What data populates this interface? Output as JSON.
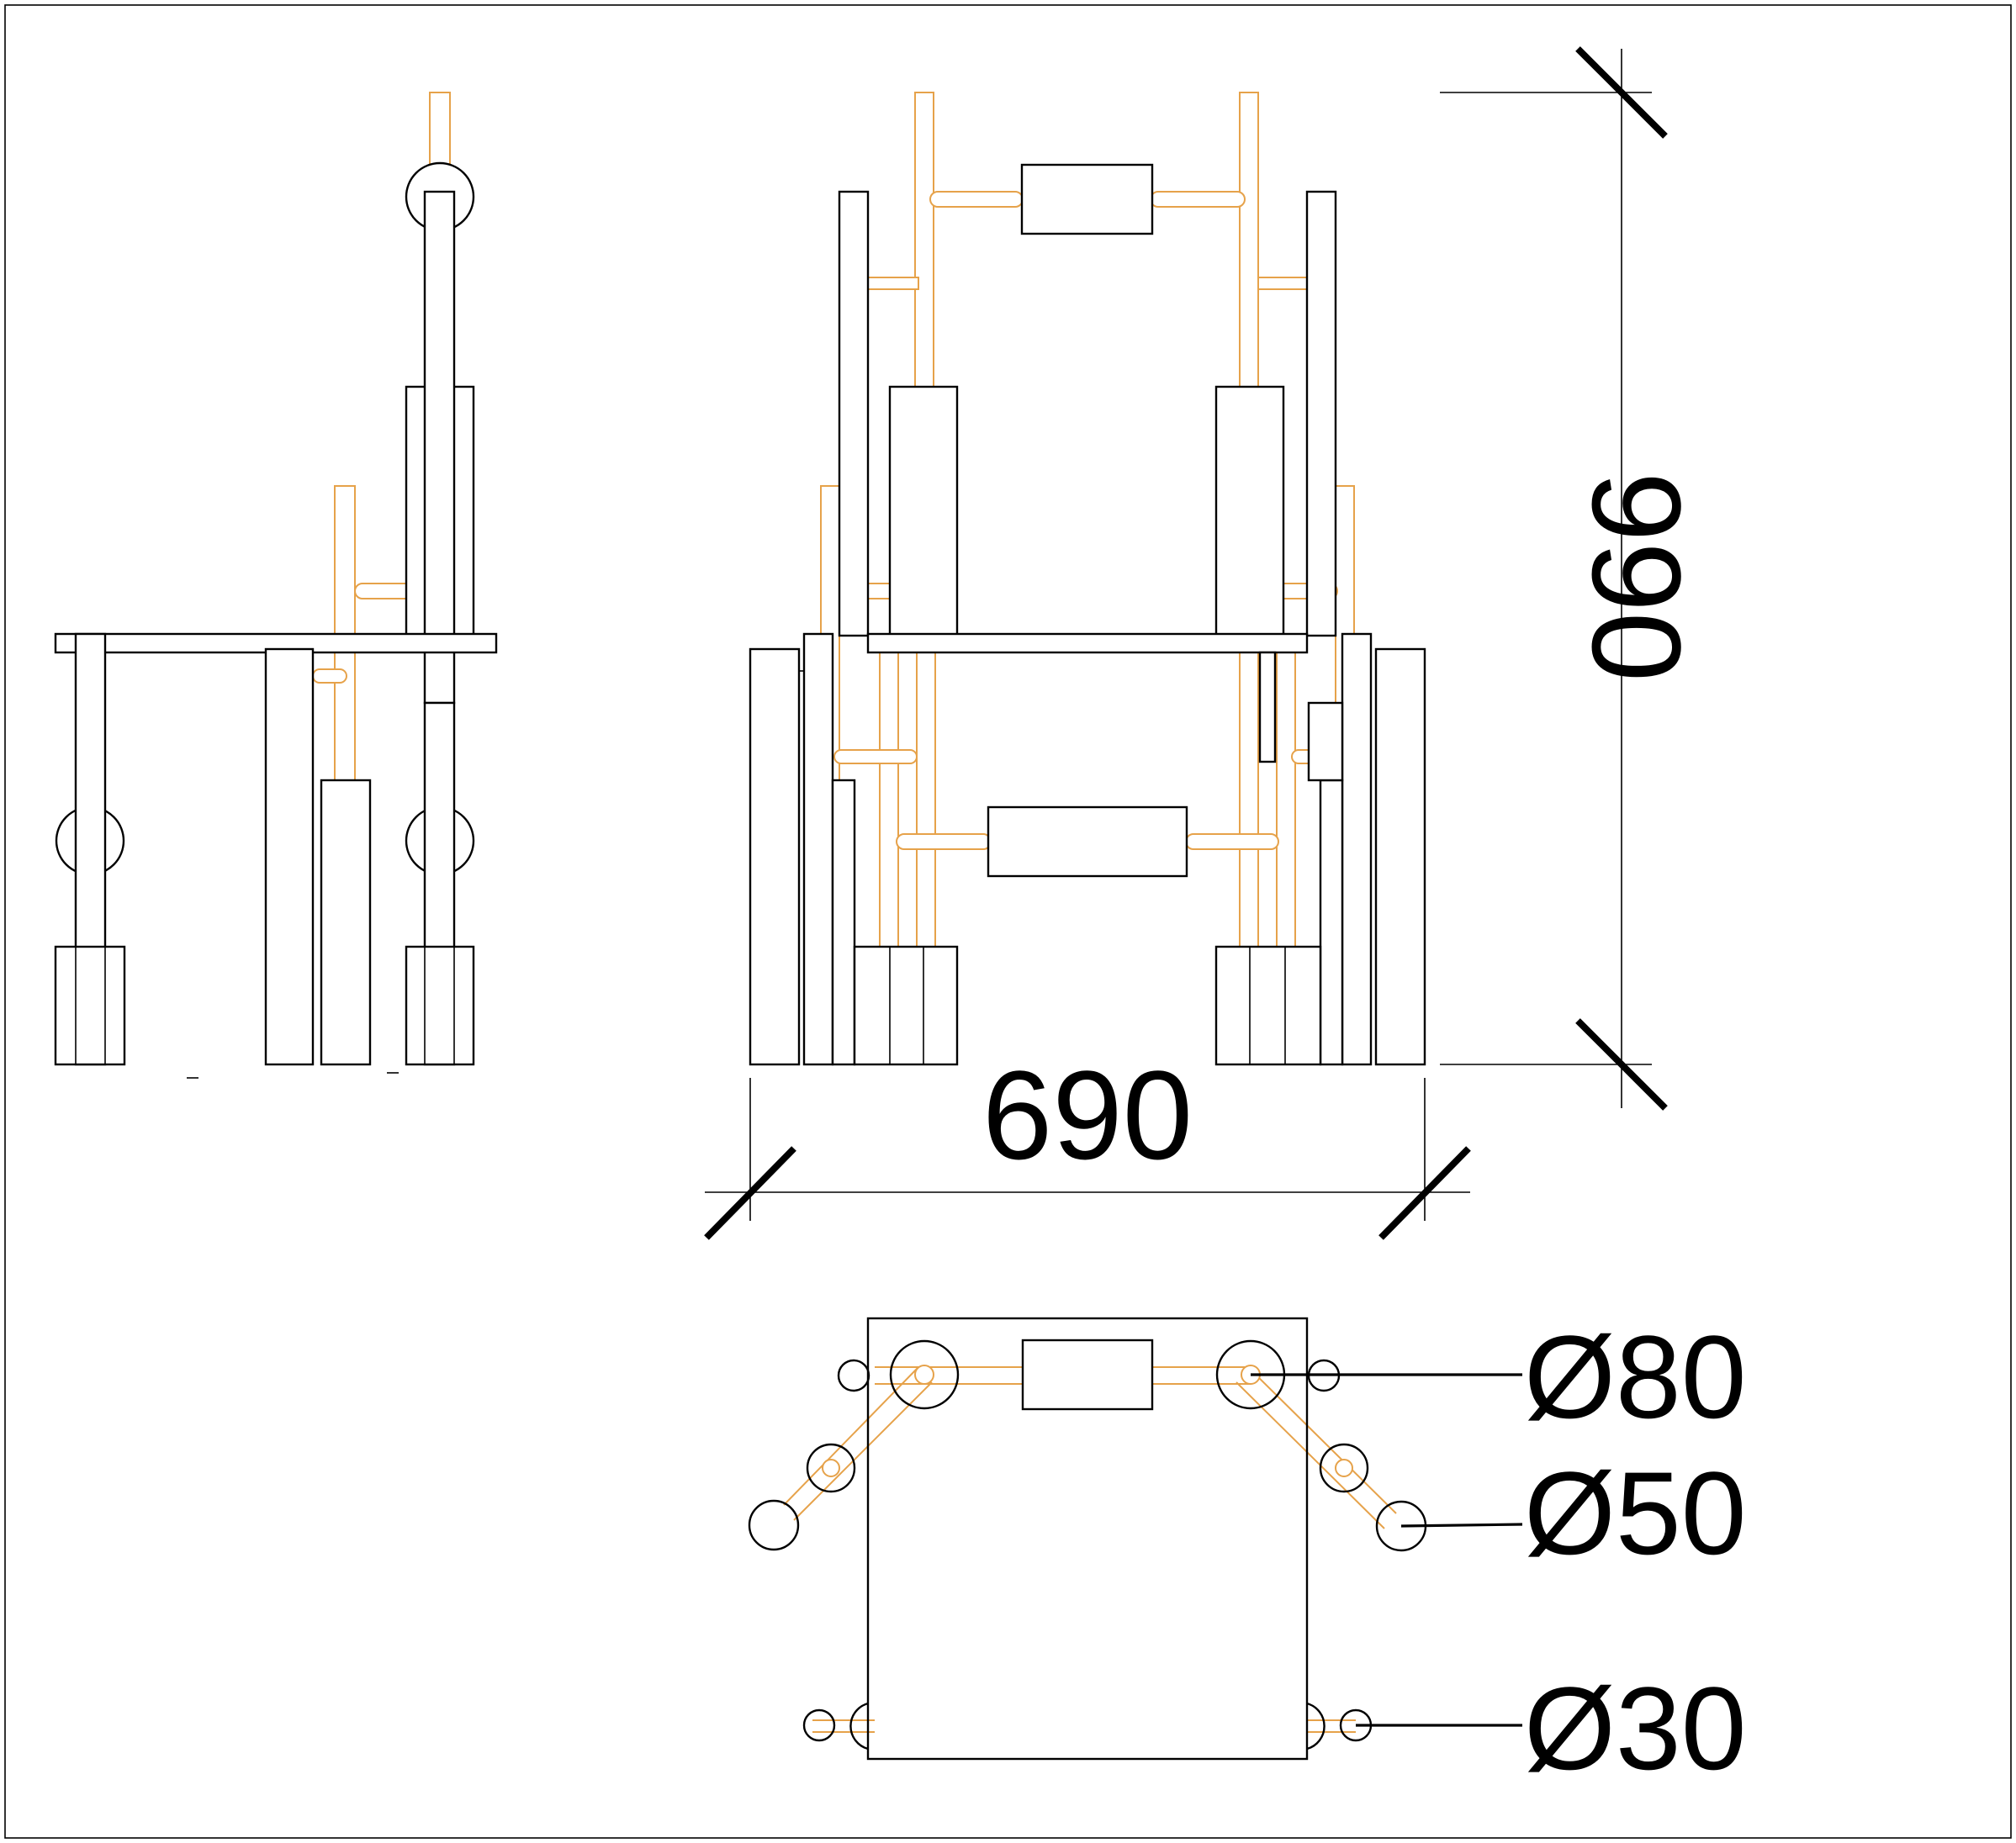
{
  "dimensions": {
    "width_label": "690",
    "height_label": "990"
  },
  "diameters": {
    "d80": "Ø80",
    "d50": "Ø50",
    "d30": "Ø30"
  },
  "colors": {
    "outline": "#000000",
    "pipe": "#e6a24a",
    "background": "#ffffff"
  }
}
